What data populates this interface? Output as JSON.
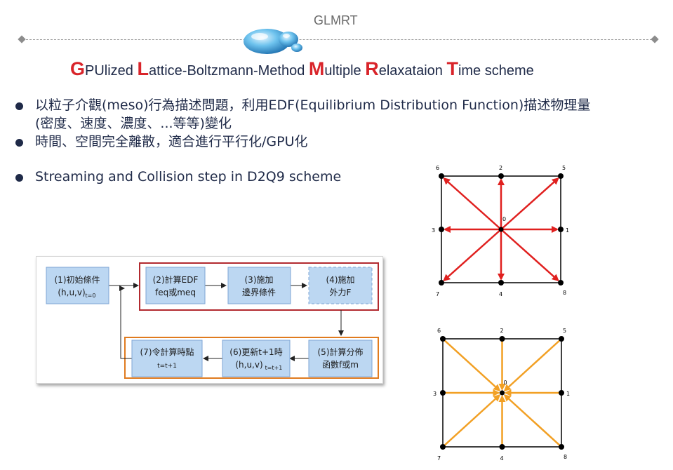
{
  "header": {
    "title": "GLMRT"
  },
  "title": {
    "segments": [
      {
        "cap": "G",
        "rest": "PUlized "
      },
      {
        "cap": "L",
        "rest": "attice-Boltzmann-Method "
      },
      {
        "cap": "M",
        "rest": "ultiple "
      },
      {
        "cap": "R",
        "rest": "elaxataion "
      },
      {
        "cap": "T",
        "rest": "ime scheme"
      }
    ]
  },
  "bullets": {
    "b1_line1": "以粒子介觀(meso)行為描述問題，利用EDF(Equilibrium  Distribution Function)描述物理量",
    "b1_line2": "(密度、速度、濃度、...等等)變化",
    "b2": "時間、空間完全離散，適合進行平行化/GPU化",
    "b3": "Streaming and Collision step in D2Q9 scheme"
  },
  "flow": {
    "step1_line1": "(1)初始條件",
    "step1_line2": "(h,u,v)",
    "step1_sub": "t=0",
    "step2_line1": "(2)計算EDF",
    "step2_line2": "feq或meq",
    "step3_line1": "(3)施加",
    "step3_line2": "邊界條件",
    "step4_line1": "(4)施加",
    "step4_line2": "外力F",
    "step5_line1": "(5)計算分佈",
    "step5_line2": "函數f或m",
    "step6_line1": "(6)更新t+1時",
    "step6_line2": "(h,u,v)",
    "step6_sub": "t=t+1",
    "step7_line1": "(7)令計算時點",
    "step7_line2": "t=t+1"
  },
  "d2q9": {
    "labels": [
      "0",
      "1",
      "2",
      "3",
      "4",
      "5",
      "6",
      "7",
      "8"
    ],
    "colors": {
      "streaming": "#e0201f",
      "collision": "#f2a024",
      "lattice": "#000000"
    }
  },
  "colors": {
    "title_accent": "#d9242a",
    "text": "#1f2a48",
    "box_fill": "#bcd7f2",
    "box_border": "#7ea6d4",
    "group_red": "#b22a2f",
    "group_orange": "#e07b1f"
  }
}
